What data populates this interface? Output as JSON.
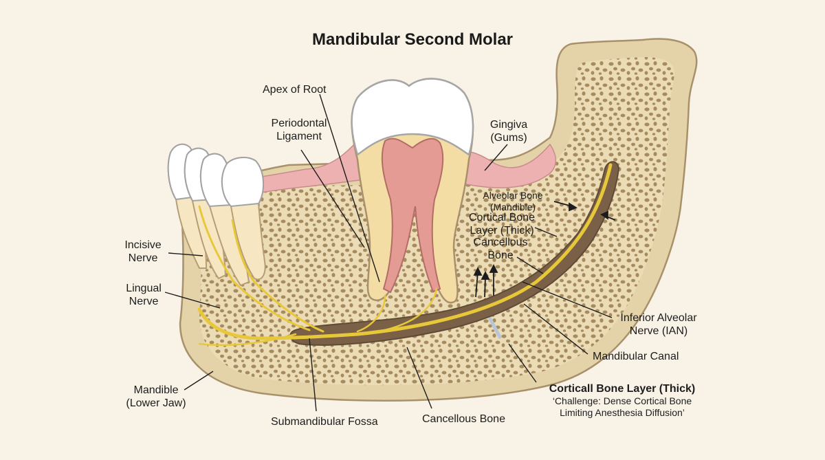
{
  "title": "Mandibular Second Molar",
  "labels": {
    "apex_of_root": "Apex of Root",
    "periodontal_ligament": [
      "Periodontal",
      "Ligament"
    ],
    "gingiva": [
      "Gingiva",
      "(Gums)"
    ],
    "alveolar_bone": [
      "Alveolar Bone",
      "(Mandible)"
    ],
    "cortical_bone_layer_upper": [
      "Cortical Bone",
      "Layer (Thick)"
    ],
    "cancellous_bone_upper": [
      "Cancellous",
      "Bone"
    ],
    "incisive_nerve": [
      "Incisive",
      "Nerve"
    ],
    "lingual_nerve": [
      "Lingual",
      "Nerve"
    ],
    "inferior_alveolar_nerve": [
      "Inferior Alveolar",
      "Nerve (IAN)"
    ],
    "mandibular_canal": "Mandibular Canal",
    "cortical_bone_layer_lower": {
      "heading": "Corticall Bone Layer (Thick)",
      "note": [
        "‘Challenge: Dense Cortical Bone",
        "Limiting Anesthesia Diffusion’"
      ]
    },
    "mandible": [
      "Mandible",
      "(Lower Jaw)"
    ],
    "submandibular_fossa": "Submandibular Fossa",
    "cancellous_bone_lower": "Cancellous Bone"
  },
  "colors": {
    "background": "#f8f3e6",
    "cortical_bone": "#e4d3a8",
    "cancellous_bone": "#eadbb6",
    "trabecular_spots": "#a68b61",
    "gingiva": "#eeb1b1",
    "enamel": "#ffffff",
    "dentin": "#f4dda4",
    "pulp": "#e39b93",
    "nerve": "#e7c83b",
    "canal": "#7a6046"
  }
}
